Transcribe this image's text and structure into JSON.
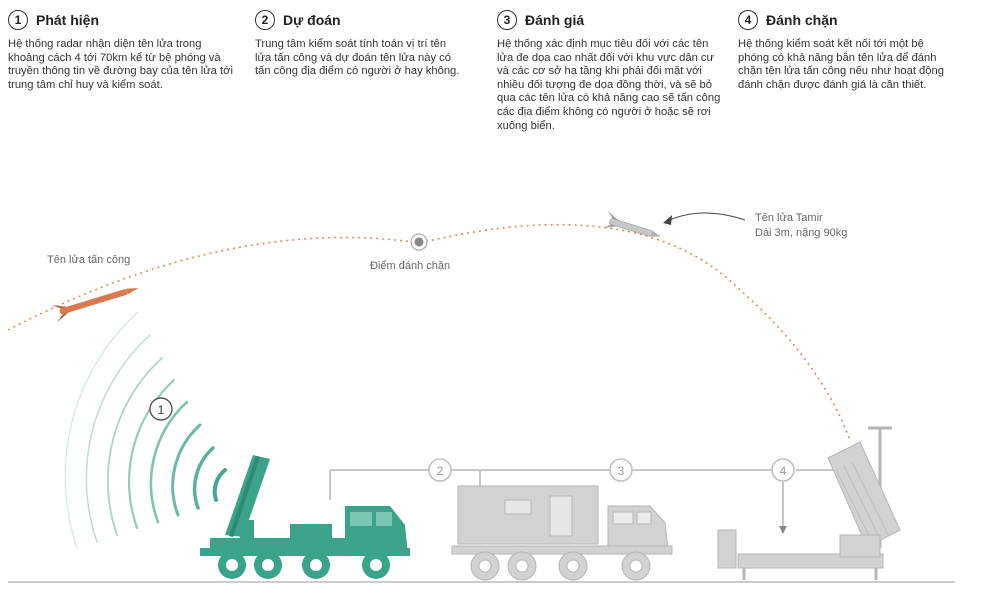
{
  "steps": [
    {
      "num": "1",
      "title": "Phát hiện",
      "body": "Hệ thống radar nhận diện tên lửa trong khoảng cách 4 tới 70km kể từ bệ phóng và truyền thông tin về đường bay của tên lửa tới trung tâm chỉ huy và kiểm soát."
    },
    {
      "num": "2",
      "title": "Dự đoán",
      "body": "Trung tâm kiểm soát tính toán vị trí tên lửa tấn công và dự đoán tên lửa này có tấn công địa điểm có người ở hay không."
    },
    {
      "num": "3",
      "title": "Đánh giá",
      "body": "Hệ thống xác định mục tiêu đối với các tên lửa đe dọa cao nhất đối với khu vực dân cư và các cơ sở hạ tầng khi phải đối mặt với nhiều đối tượng đe dọa đồng thời, và sẽ bỏ qua các tên lửa có khả năng cao sẽ tấn công các địa điểm không có người ở hoặc sẽ rơi xuống biển."
    },
    {
      "num": "4",
      "title": "Đánh chặn",
      "body": "Hệ thống kiểm soát kết nối tới một bệ phóng có khả năng bắn tên lửa để đánh chặn tên lửa tấn công nếu như hoạt động đánh chặn được đánh giá là cần thiết."
    }
  ],
  "labels": {
    "attack_missile": "Tên lửa tấn công",
    "intercept_point": "Điểm đánh chặn",
    "tamir_name": "Tên lửa Tamir",
    "tamir_spec": "Dài 3m, nặng 90kg"
  },
  "markers": [
    "1",
    "2",
    "3",
    "4"
  ],
  "colors": {
    "radar": "#3aa38a",
    "trajectory": "#e08a5a",
    "vehicle_gray": "#cfcfcf",
    "missile": "#d97a4e"
  }
}
